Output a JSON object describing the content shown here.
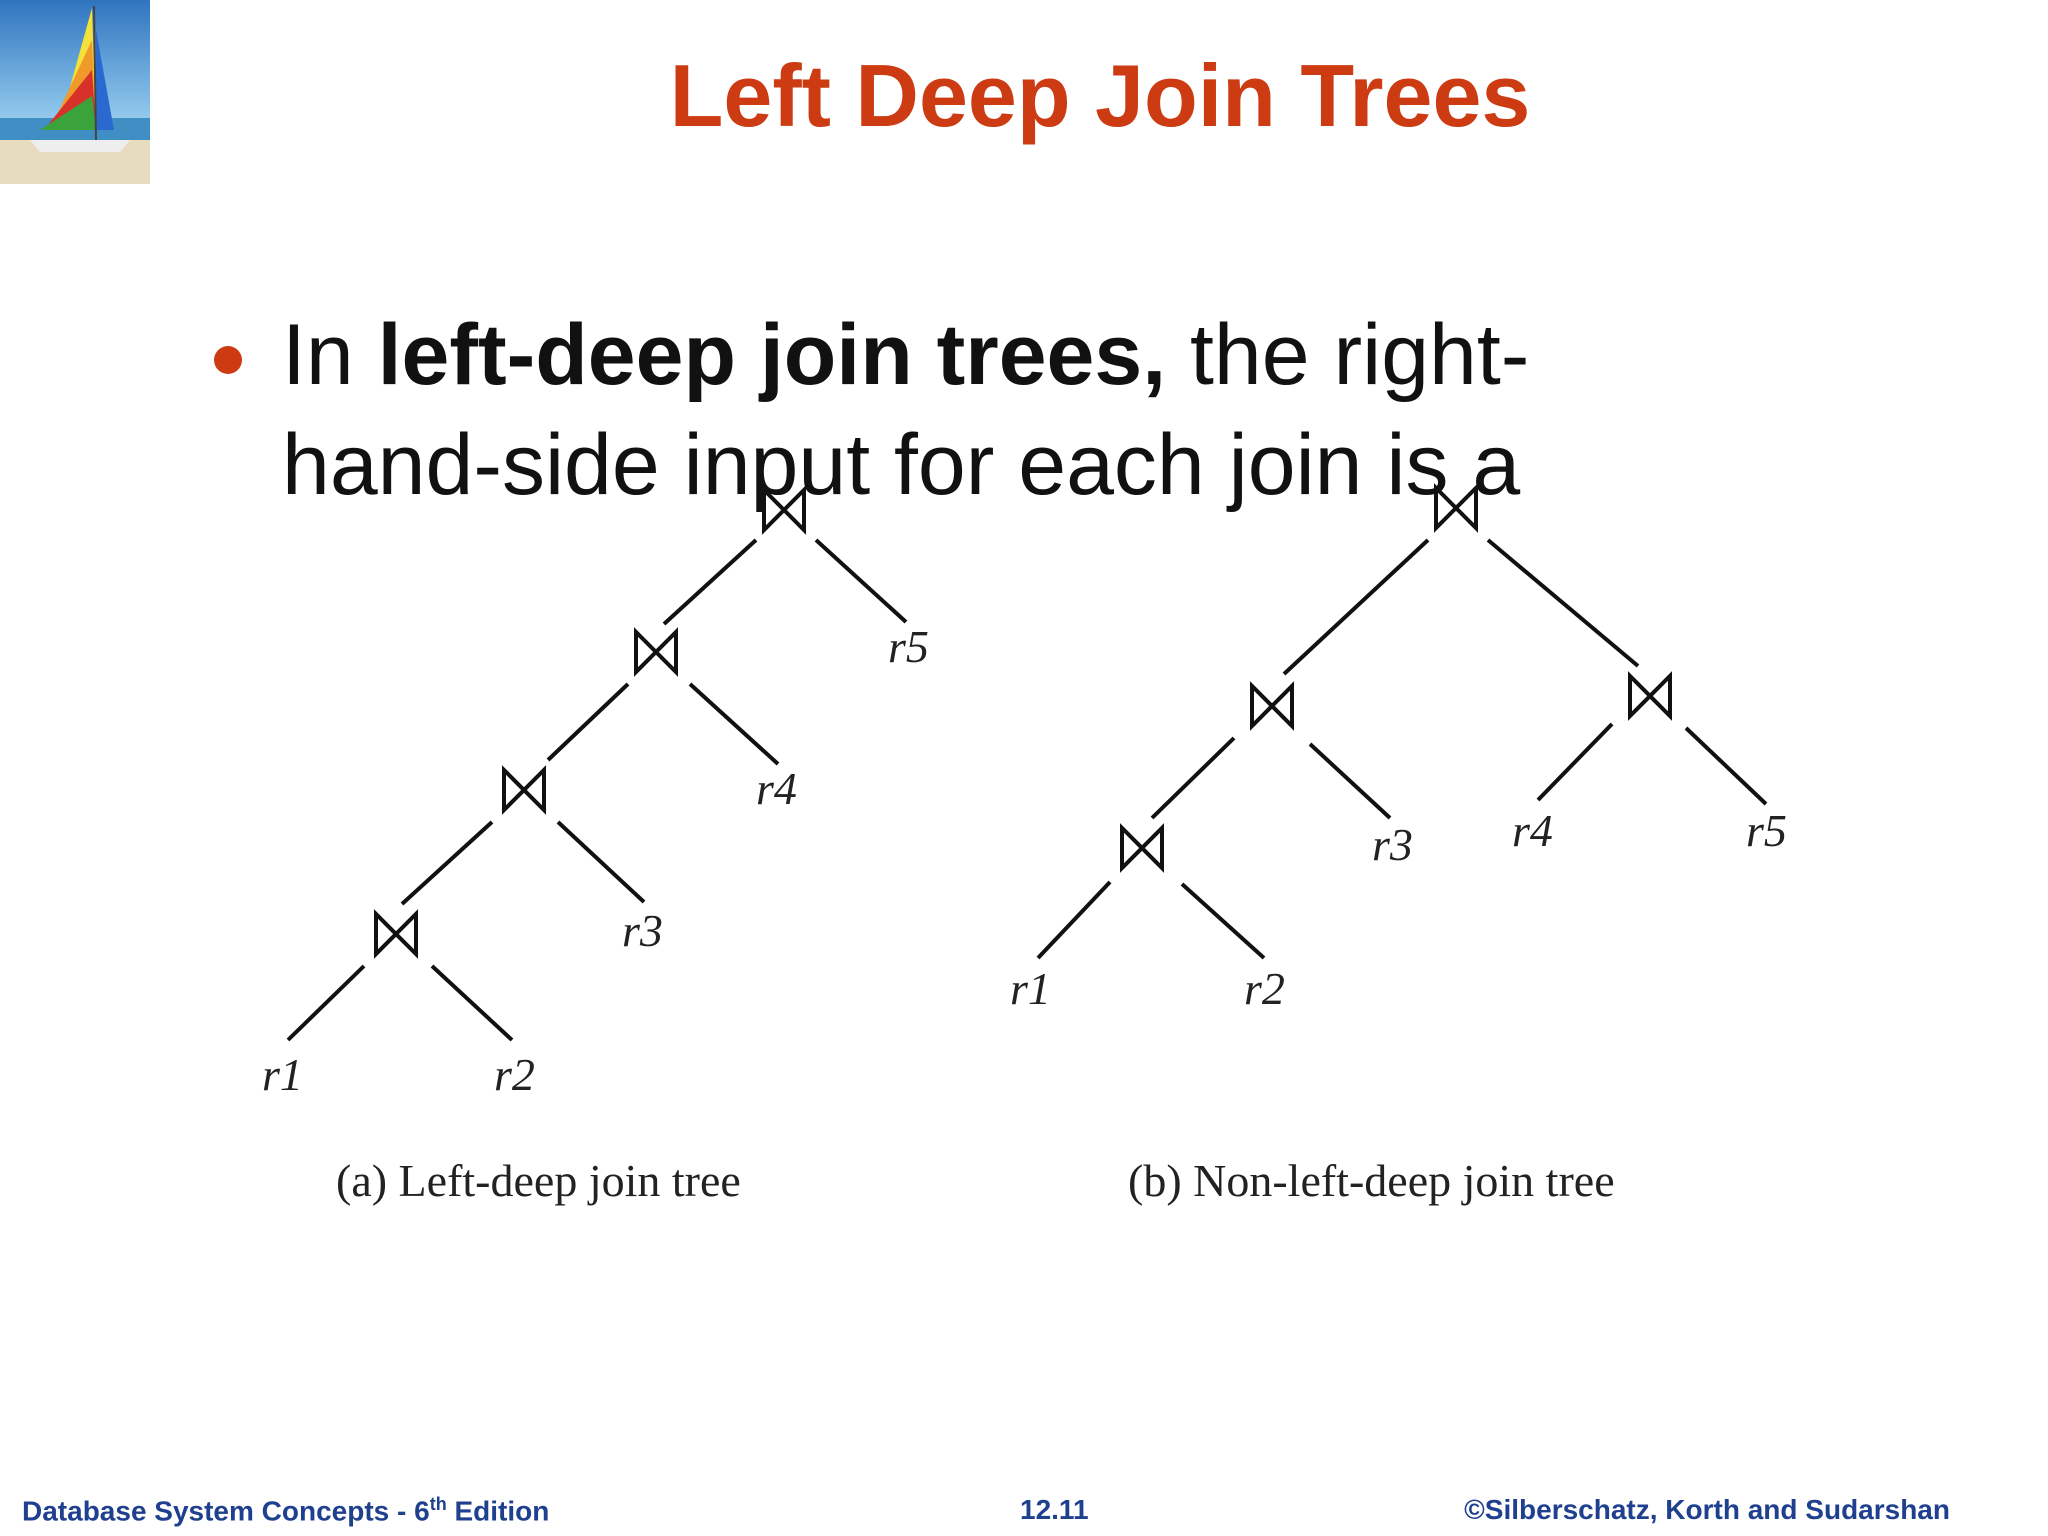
{
  "slide": {
    "title": "Left Deep Join Trees",
    "bullet": {
      "prefix": "In ",
      "bold": "left-deep join trees,",
      "rest": " the right-hand-side input for each join is a"
    }
  },
  "diagram": {
    "join_symbol": "⋈",
    "left_tree": {
      "leaves": [
        "r1",
        "r2",
        "r3",
        "r4",
        "r5"
      ],
      "caption": "(a) Left-deep join tree"
    },
    "right_tree": {
      "leaves": [
        "r1",
        "r2",
        "r3",
        "r4",
        "r5"
      ],
      "caption": "(b) Non-left-deep join tree"
    }
  },
  "footer": {
    "left": "Database System Concepts - 6",
    "left_sup": "th",
    "left_cont": " Edition",
    "center": "12.11",
    "right": "©Silberschatz, Korth and Sudarshan"
  },
  "colors": {
    "title": "#cc3b12",
    "footer": "#1f3f8f"
  }
}
